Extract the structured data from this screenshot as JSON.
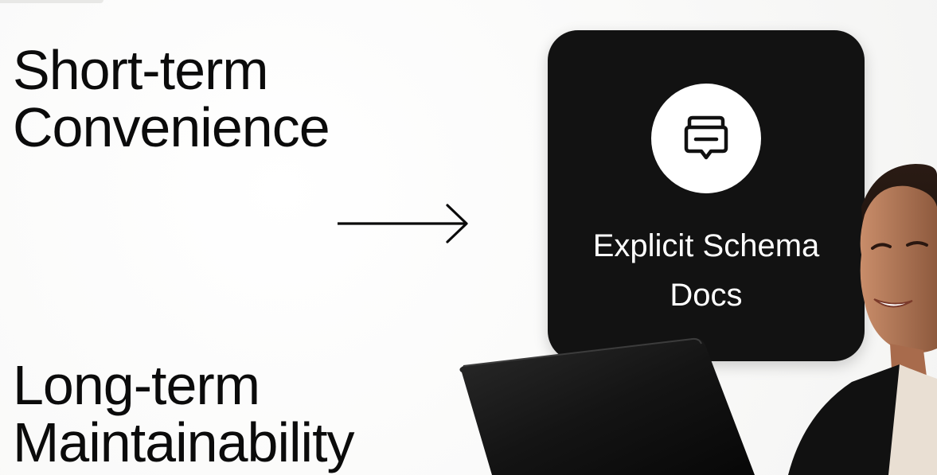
{
  "headline_top": {
    "line1": "Short-term",
    "line2": "Convenience"
  },
  "headline_bottom": {
    "line1": "Long-term",
    "line2": "Maintainability"
  },
  "card": {
    "icon": "message-box-icon",
    "label_line1": "Explicit Schema",
    "label_line2": "Docs"
  },
  "colors": {
    "background": "#fbfbfa",
    "card": "#121212",
    "text": "#0b0b0b",
    "card_text": "#ffffff"
  }
}
